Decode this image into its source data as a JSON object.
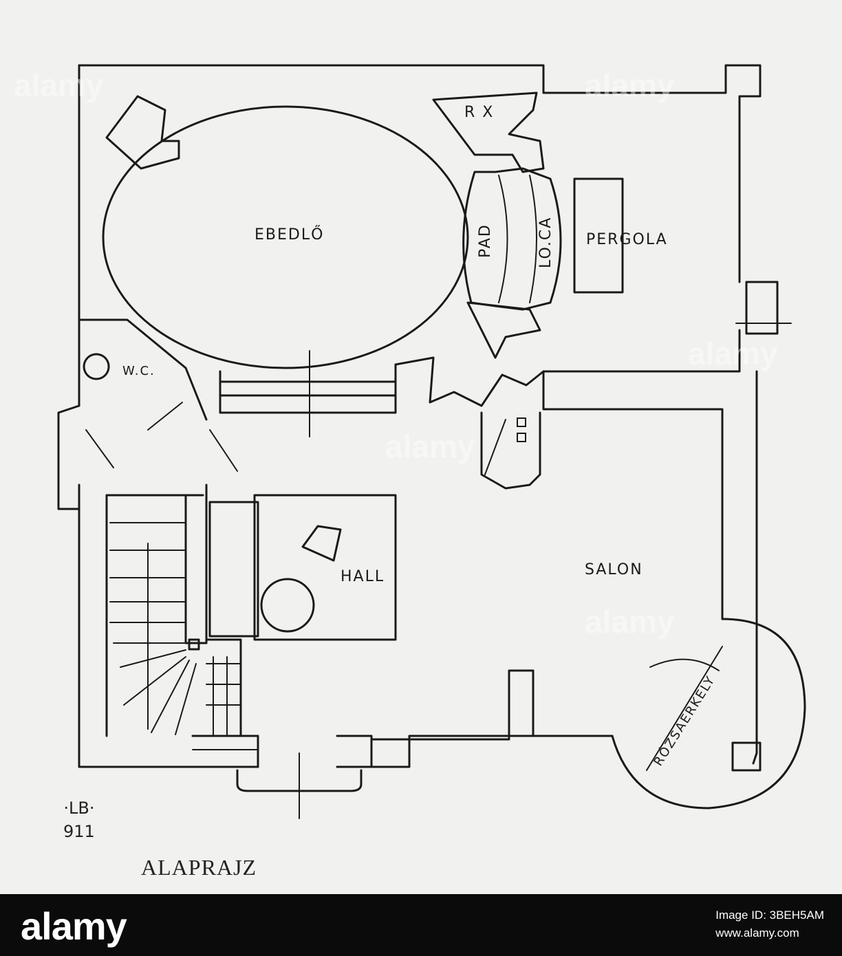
{
  "rooms": {
    "dining": "EBEDLŐ",
    "loggia_left": "PAD",
    "loggia_right": "LO.CA",
    "rx": "R X",
    "pergola": "PERGOLA",
    "wc": "W.C.",
    "hall": "HALL",
    "salon": "SALON",
    "bay": "RÓZSAERKÉLY"
  },
  "signature": {
    "initials": "·LB·",
    "year": "911"
  },
  "caption": "ALAPRAJZ",
  "watermark": "alamy",
  "footer": {
    "logo": "alamy",
    "image_id_label": "Image ID: 3BEH5AM",
    "url": "www.alamy.com"
  }
}
